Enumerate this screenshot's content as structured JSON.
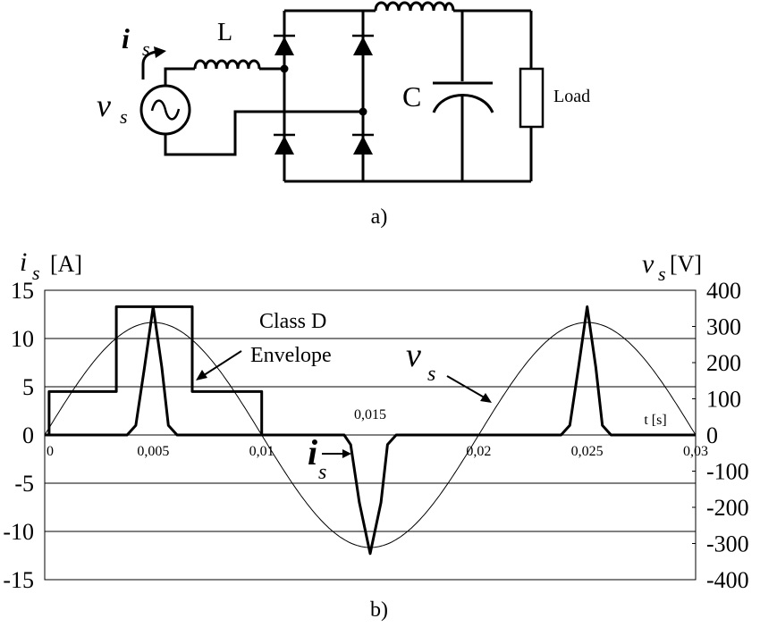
{
  "figure": {
    "panel_a_label": "a)",
    "panel_b_label": "b)"
  },
  "circuit": {
    "source_voltage_label": "v",
    "source_voltage_sub": "s",
    "source_current_label": "i",
    "source_current_sub": "s",
    "inductor_label": "L",
    "capacitor_label": "C",
    "load_label": "Load"
  },
  "chart_data": {
    "type": "line",
    "title": "",
    "xlabel": "t [s]",
    "ylabel_left": "i_s [A]",
    "ylabel_right": "v_s [V]",
    "ylabel_left_main": "i",
    "ylabel_left_sub": "s",
    "ylabel_left_unit": "[A]",
    "ylabel_right_main": "v",
    "ylabel_right_sub": "s",
    "ylabel_right_unit": "[V]",
    "xlim": [
      0,
      0.03
    ],
    "ylim_left": [
      -15,
      15
    ],
    "ylim_right": [
      -400,
      400
    ],
    "x_ticks": [
      "0",
      "0,005",
      "0,01",
      "0,015",
      "0,02",
      "0,025",
      "0,03"
    ],
    "x_tick_values": [
      0,
      0.005,
      0.01,
      0.015,
      0.02,
      0.025,
      0.03
    ],
    "y_ticks_left": [
      "15",
      "10",
      "5",
      "0",
      "-5",
      "-10",
      "-15"
    ],
    "y_tick_values_left": [
      15,
      10,
      5,
      0,
      -5,
      -10,
      -15
    ],
    "y_ticks_right": [
      "400",
      "300",
      "200",
      "100",
      "0",
      "-100",
      "-200",
      "-300",
      "-400"
    ],
    "y_tick_values_right": [
      400,
      300,
      200,
      100,
      0,
      -100,
      -200,
      -300,
      -400
    ],
    "grid": "horizontal at left-axis ticks",
    "series": [
      {
        "name": "v_s",
        "axis": "right",
        "kind": "sine",
        "amplitude": 311,
        "frequency_hz": 50,
        "x": [
          0,
          0.0025,
          0.005,
          0.0075,
          0.01,
          0.0125,
          0.015,
          0.0175,
          0.02,
          0.0225,
          0.025,
          0.0275,
          0.03
        ],
        "values": [
          0,
          220,
          311,
          220,
          0,
          -220,
          -311,
          -220,
          0,
          220,
          311,
          220,
          0
        ]
      },
      {
        "name": "i_s",
        "axis": "left",
        "x": [
          0,
          0.0038,
          0.0042,
          0.0046,
          0.005,
          0.0054,
          0.0057,
          0.0061,
          0.0138,
          0.0141,
          0.0145,
          0.015,
          0.0155,
          0.0158,
          0.0162,
          0.0238,
          0.0242,
          0.0246,
          0.025,
          0.0254,
          0.0257,
          0.0261,
          0.03
        ],
        "values": [
          0,
          0,
          1,
          7,
          13.3,
          7,
          1,
          0,
          0,
          -1,
          -7,
          -12.3,
          -7,
          -1,
          0,
          0,
          1,
          7,
          13.3,
          7,
          1,
          0,
          0
        ]
      },
      {
        "name": "Class D Envelope",
        "axis": "left",
        "kind": "step",
        "x": [
          0,
          0.0002,
          0.0002,
          0.0033,
          0.0033,
          0.0068,
          0.0068,
          0.01,
          0.01
        ],
        "values": [
          0,
          0,
          4.5,
          4.5,
          13.3,
          13.3,
          4.5,
          4.5,
          0
        ]
      }
    ],
    "annotations": [
      {
        "text_line1": "Class D",
        "text_line2": "Envelope",
        "target": "Class D Envelope"
      },
      {
        "main": "v",
        "sub": "s",
        "target": "v_s"
      },
      {
        "main": "i",
        "sub": "s",
        "target": "i_s"
      }
    ]
  }
}
